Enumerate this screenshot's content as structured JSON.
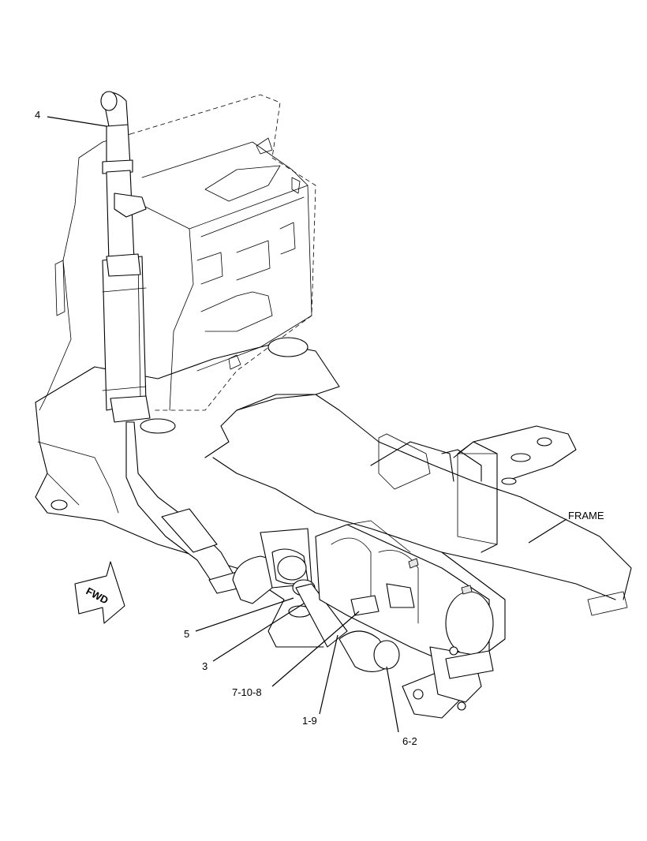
{
  "diagram": {
    "callouts": [
      {
        "id": "c4",
        "label": "4"
      },
      {
        "id": "c5",
        "label": "5"
      },
      {
        "id": "c3",
        "label": "3"
      },
      {
        "id": "c7108",
        "label": "7-10-8"
      },
      {
        "id": "c19",
        "label": "1-9"
      },
      {
        "id": "c62",
        "label": "6-2"
      }
    ],
    "frame_label": "FRAME",
    "direction_arrow_label": "FWD"
  }
}
